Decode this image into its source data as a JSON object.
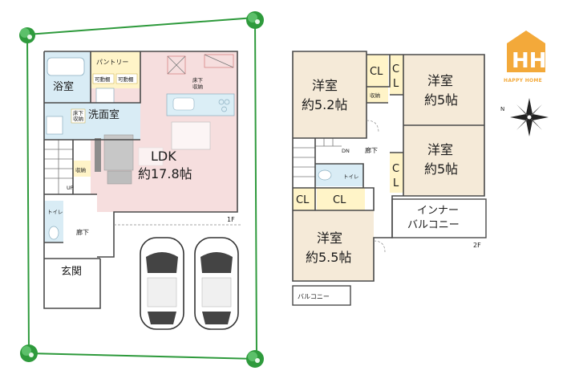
{
  "colors": {
    "ldk": "#f6dede",
    "room": "#f5ead8",
    "wet": "#d9ecf5",
    "storage": "#fff4c8",
    "tree": "#2e9a3c",
    "boundary": "#2e9a3c",
    "logo": "#f3a93a"
  },
  "floor1": {
    "label": "1F",
    "bath": "浴室",
    "pantry": "パントリー",
    "dish1": "可動棚",
    "dish2": "可動棚",
    "underfloor_small": "床下\n収納",
    "washroom": "洗面室",
    "underfloor_kitchen": "床下\n収納",
    "ldk_title": "LDK",
    "ldk_size": "約17.8帖",
    "storage": "収納",
    "up": "UP",
    "toilet": "トイレ",
    "hall": "廊下",
    "entrance": "玄関"
  },
  "floor2": {
    "label": "2F",
    "room_a_title": "洋室",
    "room_a_size": "約5.2帖",
    "room_b_title": "洋室",
    "room_b_size": "約5帖",
    "room_c_title": "洋室",
    "room_c_size": "約5帖",
    "room_d_title": "洋室",
    "room_d_size": "約5.5帖",
    "cl1": "CL",
    "cl2": "C",
    "cl2b": "L",
    "cl3": "C",
    "cl3b": "L",
    "cl4": "CL",
    "cl5": "CL",
    "storage": "収納",
    "dn": "DN",
    "hall": "廊下",
    "toilet": "トイレ",
    "inner_balcony_1": "インナー",
    "inner_balcony_2": "バルコニー",
    "balcony": "バルコニー"
  },
  "logo": {
    "brand": "HAPPY HOME"
  },
  "icons": [
    "tree-icon",
    "compass-icon",
    "car-icon",
    "logo-house-icon"
  ]
}
